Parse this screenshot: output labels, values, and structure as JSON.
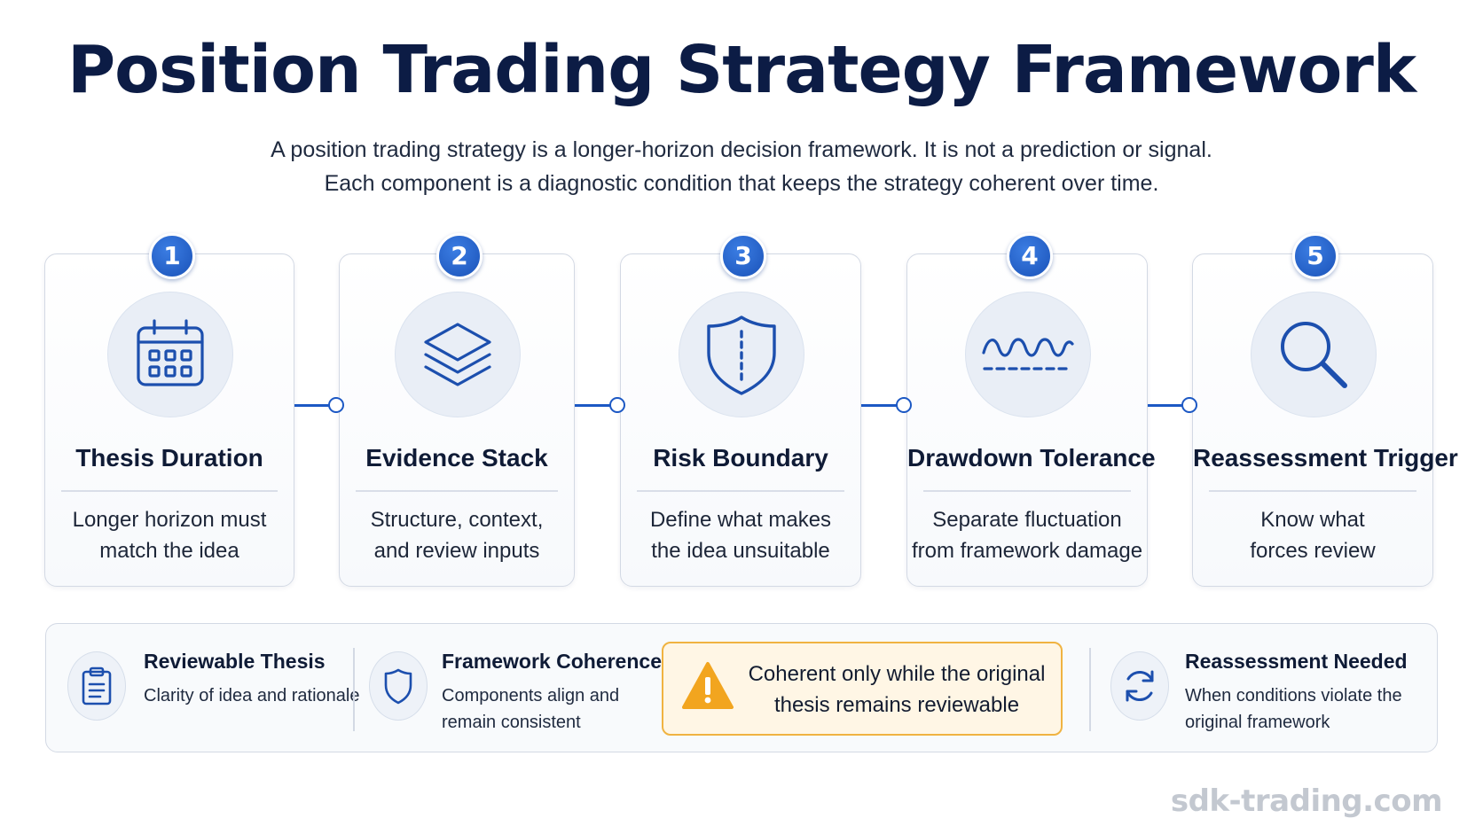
{
  "header": {
    "title": "Position Trading Strategy Framework",
    "subtitle_lines": [
      "A position trading strategy is a longer-horizon decision framework. It is not a prediction or signal.",
      "Each component is a diagnostic condition that keeps the strategy coherent over time."
    ]
  },
  "steps": [
    {
      "number": "1",
      "icon": "calendar-icon",
      "title": "Thesis Duration",
      "desc_lines": [
        "Longer horizon must",
        "match the idea"
      ]
    },
    {
      "number": "2",
      "icon": "layers-icon",
      "title": "Evidence Stack",
      "desc_lines": [
        "Structure, context,",
        "and review inputs"
      ]
    },
    {
      "number": "3",
      "icon": "shield-icon",
      "title": "Risk Boundary",
      "desc_lines": [
        "Define what makes",
        "the idea unsuitable"
      ]
    },
    {
      "number": "4",
      "icon": "wave-icon",
      "title": "Drawdown Tolerance",
      "desc_lines": [
        "Separate fluctuation",
        "from framework damage"
      ]
    },
    {
      "number": "5",
      "icon": "magnifier-icon",
      "title": "Reassessment Trigger",
      "desc_lines": [
        "Know what",
        "forces review"
      ]
    }
  ],
  "summary": [
    {
      "icon": "clipboard-icon",
      "title": "Reviewable Thesis",
      "desc_lines": [
        "Clarity of idea and rationale"
      ]
    },
    {
      "icon": "shield-icon",
      "title": "Framework Coherence",
      "desc_lines": [
        "Components align and",
        "remain consistent"
      ]
    },
    {
      "icon": "refresh-icon",
      "title": "Reassessment Needed",
      "desc_lines": [
        "When conditions violate the",
        "original framework"
      ]
    }
  ],
  "warning": {
    "icon": "warning-icon",
    "lines": [
      "Coherent only while the original",
      "thesis remains reviewable"
    ]
  },
  "watermark": "sdk-trading.com",
  "colors": {
    "title": "#0c1c45",
    "accent": "#1c58c4",
    "warning_border": "#f0b341",
    "warning_fill": "#fff6e5",
    "warning_icon": "#f2a51f"
  }
}
